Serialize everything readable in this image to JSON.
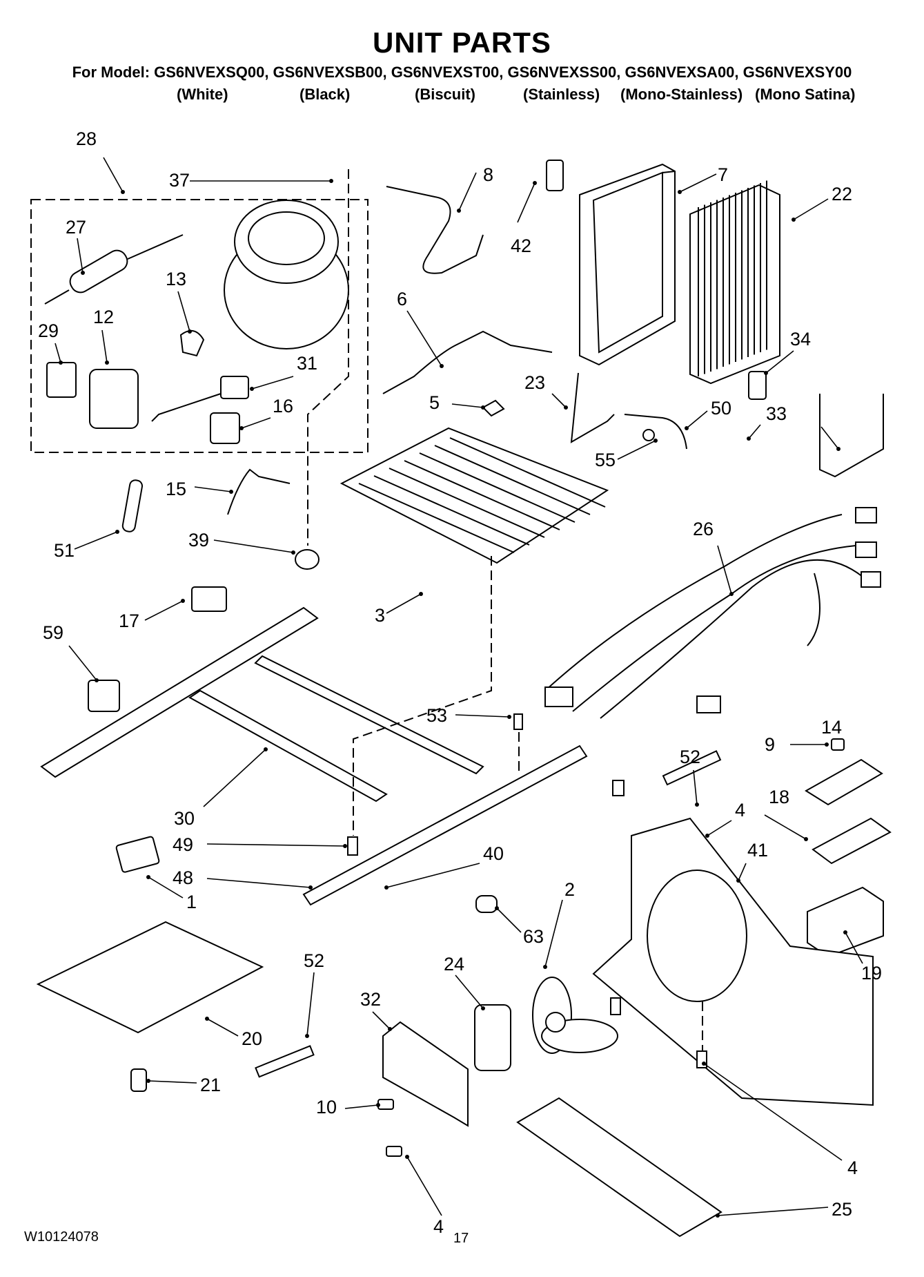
{
  "header": {
    "title": "UNIT PARTS",
    "models_line": "For Model: GS6NVEXSQ00, GS6NVEXSB00, GS6NVEXST00, GS6NVEXSS00, GS6NVEXSA00, GS6NVEXSY00",
    "colors": [
      "(White)",
      "(Black)",
      "(Biscuit)",
      "(Stainless)",
      "(Mono-Stainless)",
      "(Mono Satina)"
    ]
  },
  "footer": {
    "doc_number": "W10124078",
    "page_number": "17"
  },
  "callouts": [
    "28",
    "37",
    "8",
    "7",
    "22",
    "27",
    "42",
    "13",
    "12",
    "29",
    "31",
    "16",
    "6",
    "23",
    "5",
    "34",
    "50",
    "33",
    "55",
    "15",
    "51",
    "39",
    "26",
    "17",
    "3",
    "59",
    "53",
    "9",
    "14",
    "52",
    "4",
    "18",
    "41",
    "30",
    "49",
    "40",
    "48",
    "1",
    "63",
    "2",
    "19",
    "24",
    "52",
    "32",
    "20",
    "21",
    "10",
    "4",
    "25",
    "4"
  ]
}
